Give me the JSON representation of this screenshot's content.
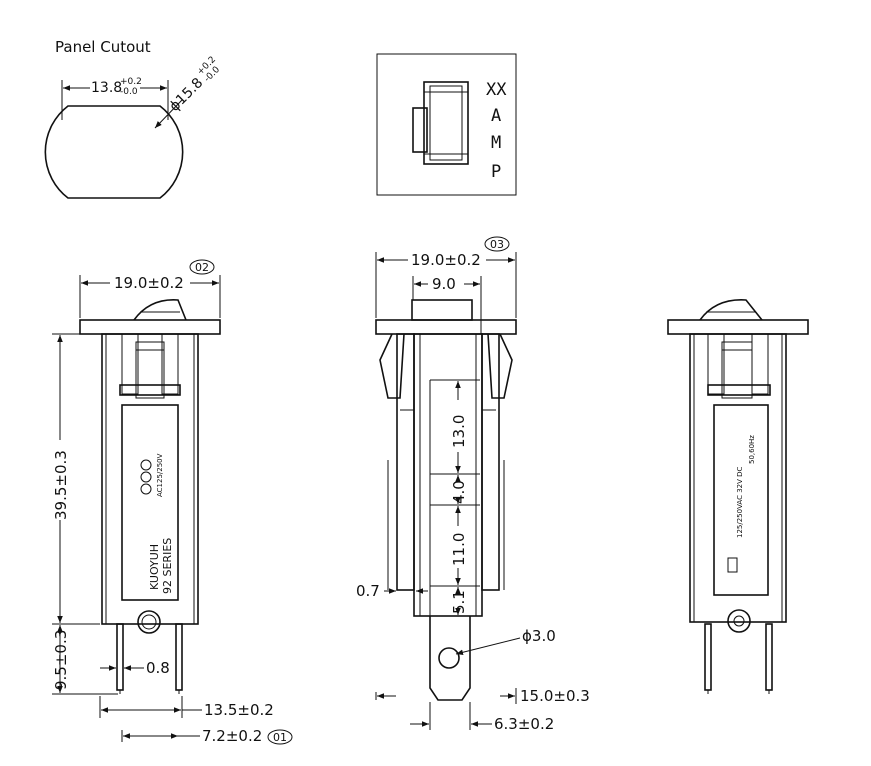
{
  "panel_cutout": {
    "title": "Panel Cutout",
    "width_dim": "13.8",
    "width_tol_plus": "+0.2",
    "width_tol_minus": "-0.0",
    "diameter_dim": "ϕ15.8",
    "diameter_tol_plus": "+0.2",
    "diameter_tol_minus": "-0.0"
  },
  "button_detail": {
    "letters": [
      "XX",
      "A",
      "M",
      "P"
    ]
  },
  "front_view": {
    "width": "19.0±0.2",
    "height": "39.5±0.3",
    "pin_length": "9.5±0.3",
    "pin_thickness": "0.8",
    "pin_span": "13.5±0.2",
    "pin_offset": "7.2±0.2",
    "label_line1": "KUOYUH",
    "label_line2": "92 SERIES",
    "label_rating": "AC125/250V",
    "callout_width": "02",
    "callout_pin": "01"
  },
  "side_view": {
    "width": "19.0±0.2",
    "inner": "9.0",
    "seg1": "13.0",
    "seg2": "4.0",
    "seg3": "11.0",
    "seg4": "5.1",
    "thickness": "0.7",
    "hole": "ϕ3.0",
    "terminal_length": "15.0±0.3",
    "terminal_width": "6.3±0.2",
    "callout": "03"
  },
  "rear_view": {
    "rating1": "125/250VAC  32V DC",
    "rating2": "50,60Hz"
  }
}
